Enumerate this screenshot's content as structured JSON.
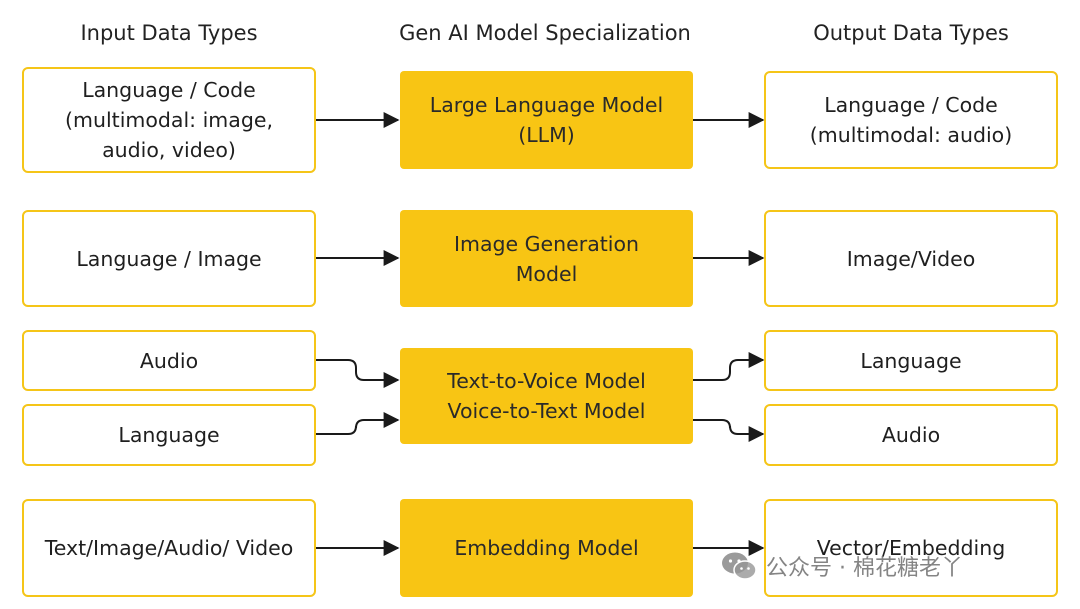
{
  "headers": {
    "input": "Input Data Types",
    "model": "Gen AI Model Specialization",
    "output": "Output Data Types"
  },
  "rows": [
    {
      "inputs": [
        [
          "Language / Code",
          "(multimodal: image,",
          "audio, video)"
        ]
      ],
      "model": [
        "Large Language Model",
        "(LLM)"
      ],
      "outputs": [
        [
          "Language / Code",
          "(multimodal: audio)"
        ]
      ]
    },
    {
      "inputs": [
        [
          "Language / Image"
        ]
      ],
      "model": [
        "Image Generation",
        "Model"
      ],
      "outputs": [
        [
          "Image/Video"
        ]
      ]
    },
    {
      "inputs": [
        [
          "Audio"
        ],
        [
          "Language"
        ]
      ],
      "model": [
        "Text-to-Voice Model",
        "Voice-to-Text Model"
      ],
      "outputs": [
        [
          "Language"
        ],
        [
          "Audio"
        ]
      ]
    },
    {
      "inputs": [
        [
          "Text/Image/Audio/ Video"
        ]
      ],
      "model": [
        "Embedding Model"
      ],
      "outputs": [
        [
          "Vector/Embedding"
        ]
      ]
    }
  ],
  "watermark": {
    "text": "公众号 · 棉花糖老丫",
    "icon": "wechat-icon"
  },
  "colors": {
    "accent": "#f8c514",
    "border": "#f5c518",
    "arrow": "#1a1a1a"
  }
}
